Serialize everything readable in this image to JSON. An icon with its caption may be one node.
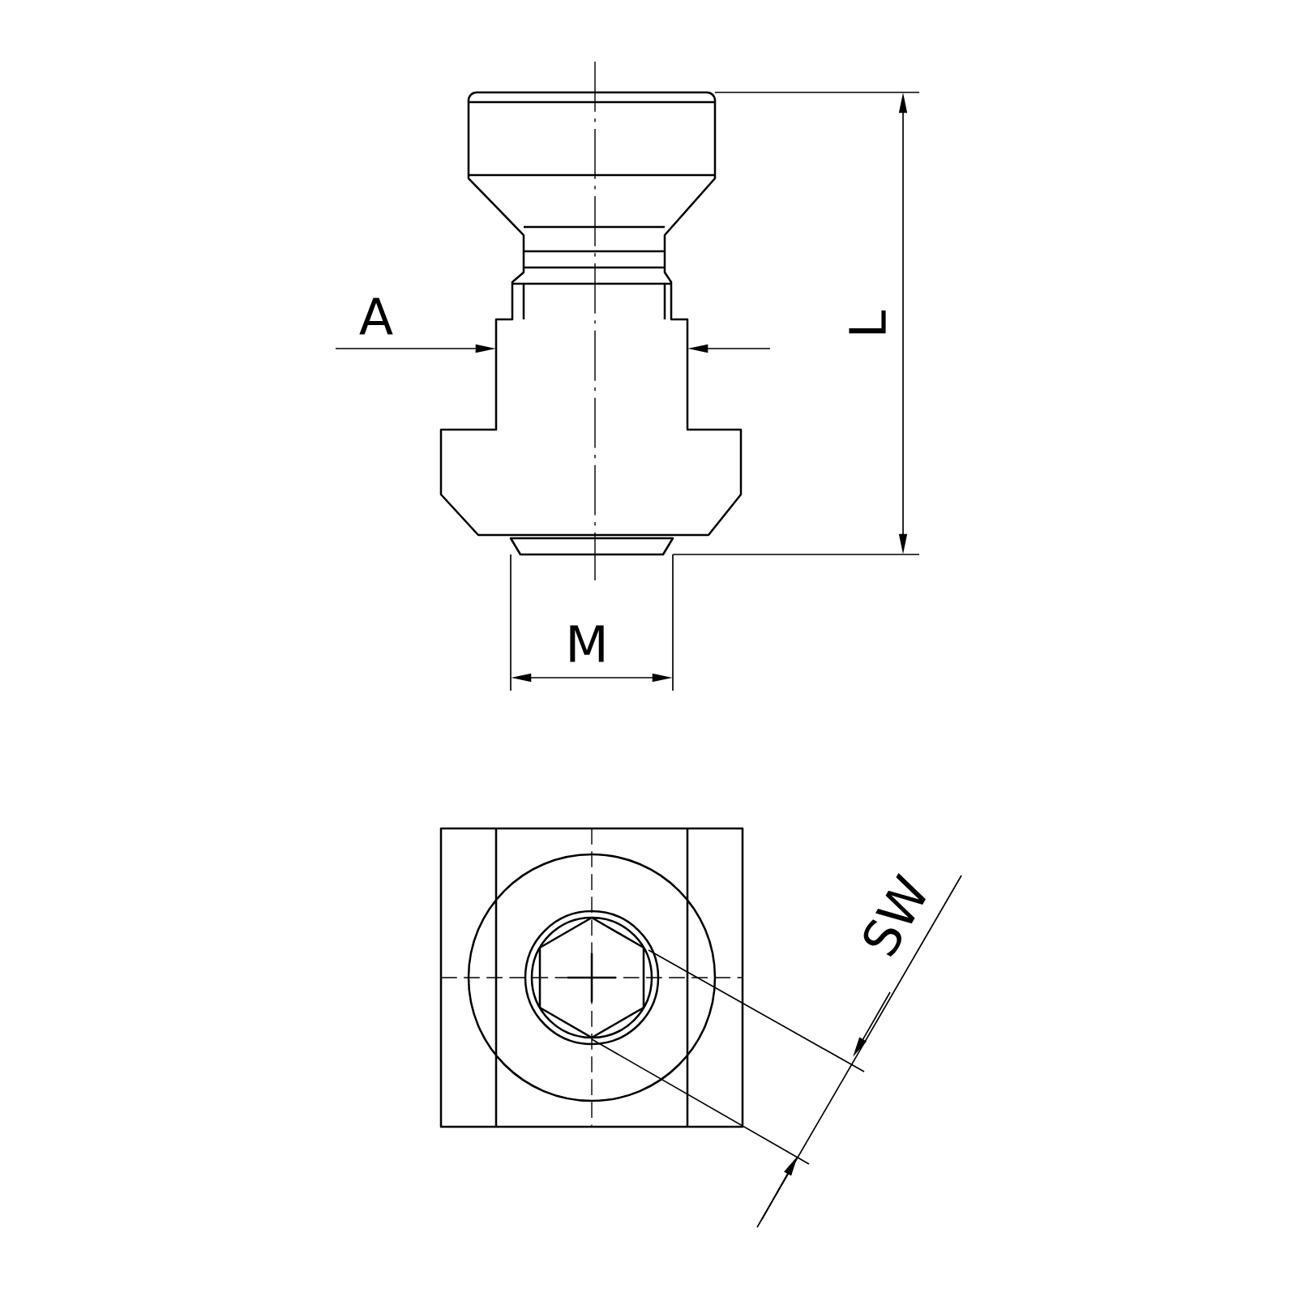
{
  "diagram": {
    "labels": [
      "A",
      "L",
      "M",
      "SW"
    ]
  }
}
